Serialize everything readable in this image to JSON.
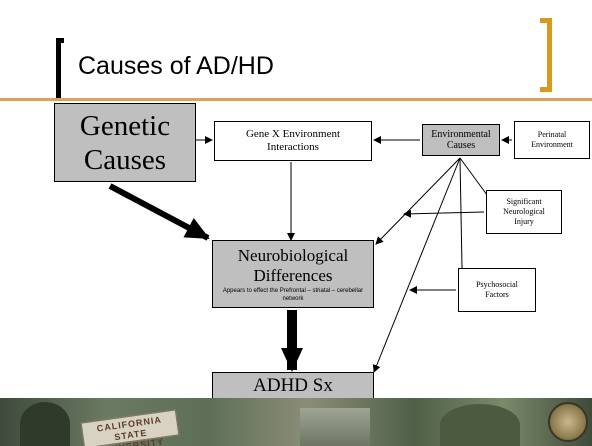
{
  "slide": {
    "title": "Causes of AD/HD"
  },
  "nodes": {
    "genetic": "Genetic Causes",
    "gene_env": "Gene X Environment Interactions",
    "environmental": "Environmental Causes",
    "perinatal": "Perinatal Environment",
    "injury": "Significant Neurological Injury",
    "neuro_title": "Neurobiological Differences",
    "neuro_sub": "Appears to effect the Prefrontal – striatal – cerebellar network",
    "psychosocial": "Psychosocial Factors",
    "adhd": "ADHD Sx"
  },
  "footer": {
    "sign_text": "CALIFORNIA STATE UNIVERSITY"
  },
  "colors": {
    "grey_box": "#bfbfbf",
    "accent_gold": "#d79a1c"
  }
}
